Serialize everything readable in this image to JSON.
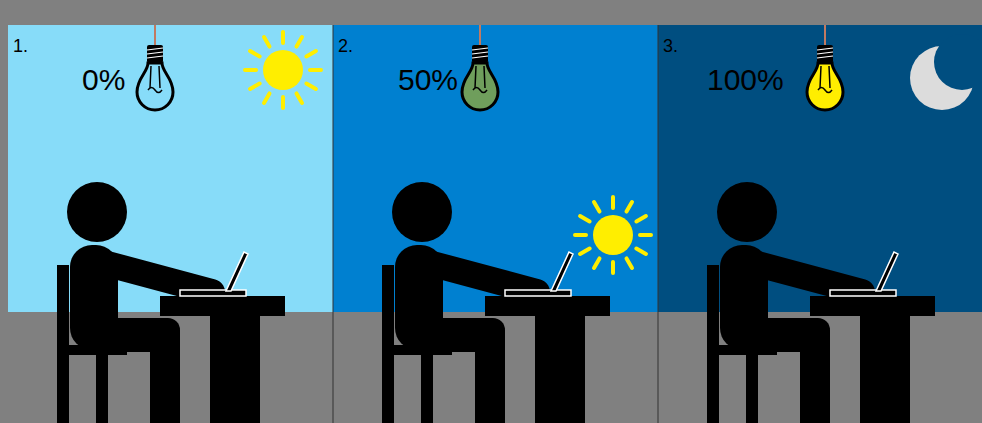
{
  "diagram": {
    "nodes": [
      {
        "text": [
          "1.",
          "0%"
        ]
      },
      {
        "text": [
          "2.",
          "50%"
        ]
      },
      {
        "text": [
          "3.",
          "100%"
        ]
      }
    ]
  }
}
